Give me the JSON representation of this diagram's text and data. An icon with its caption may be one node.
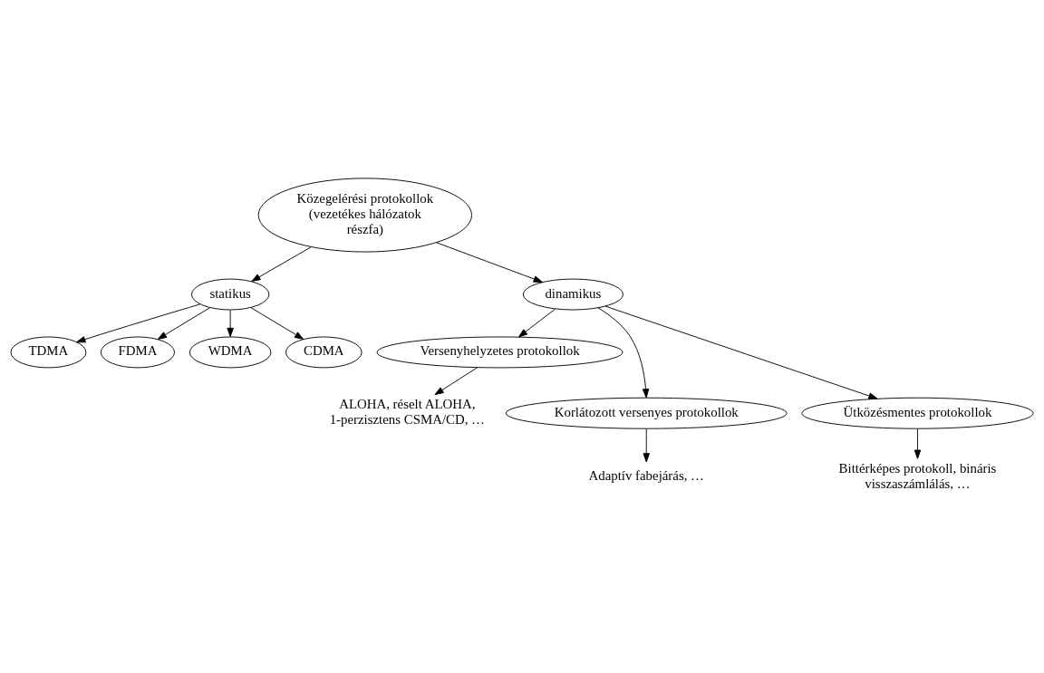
{
  "diagram": {
    "nodes": [
      {
        "text": [
          "Közegelérési protokollok (vezetékes hálózatok részfa)"
        ]
      },
      {
        "text": [
          "statikus"
        ]
      },
      {
        "text": [
          "dinamikus"
        ]
      },
      {
        "text": [
          "TDMA"
        ]
      },
      {
        "text": [
          "FDMA"
        ]
      },
      {
        "text": [
          "WDMA"
        ]
      },
      {
        "text": [
          "CDMA"
        ]
      },
      {
        "text": [
          "Versenyhelyzetes protokollok"
        ]
      },
      {
        "text": [
          "Korlátozott versenyes protokollok"
        ]
      },
      {
        "text": [
          "Ütközésmentes protokollok"
        ]
      },
      {
        "text": [
          "ALOHA, réselt ALOHA, 1-perzisztens CSMA/CD, …"
        ]
      },
      {
        "text": [
          "Adaptív fabejárás, …"
        ]
      },
      {
        "text": [
          "Bittérképes protokoll, bináris visszaszámlálás, …"
        ]
      }
    ],
    "edges": [
      {
        "from": 0,
        "to": 1,
        "arrow": "to"
      },
      {
        "from": 0,
        "to": 2,
        "arrow": "to"
      },
      {
        "from": 1,
        "to": 3,
        "arrow": "to"
      },
      {
        "from": 1,
        "to": 4,
        "arrow": "to"
      },
      {
        "from": 1,
        "to": 5,
        "arrow": "to"
      },
      {
        "from": 1,
        "to": 6,
        "arrow": "to"
      },
      {
        "from": 2,
        "to": 7,
        "arrow": "to"
      },
      {
        "from": 2,
        "to": 8,
        "arrow": "to"
      },
      {
        "from": 2,
        "to": 9,
        "arrow": "to"
      },
      {
        "from": 7,
        "to": 10,
        "arrow": "to"
      },
      {
        "from": 8,
        "to": 11,
        "arrow": "to"
      },
      {
        "from": 9,
        "to": 12,
        "arrow": "to"
      }
    ]
  }
}
